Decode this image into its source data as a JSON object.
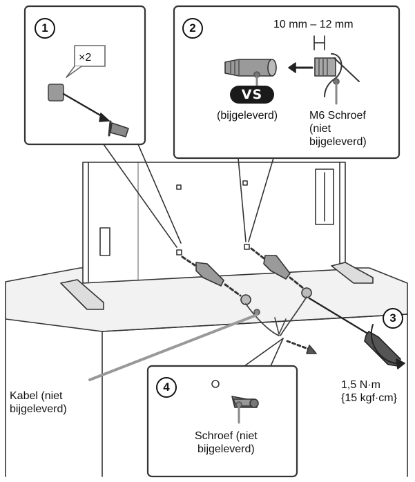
{
  "steps": [
    "1",
    "2",
    "3",
    "4"
  ],
  "panel1": {
    "count": "×2"
  },
  "panel2": {
    "length_range": "10 mm – 12 mm",
    "part_code": "VS",
    "part_note": "(bijgeleverd)",
    "screw_label": "M6 Schroef\n(niet\nbijgeleverd)"
  },
  "cable_label": "Kabel (niet\nbijgeleverd)",
  "torque_label": "1,5 N·m\n{15 kgf·cm}",
  "panel4": {
    "screw_label": "Schroef (niet\nbijgeleverd)"
  }
}
